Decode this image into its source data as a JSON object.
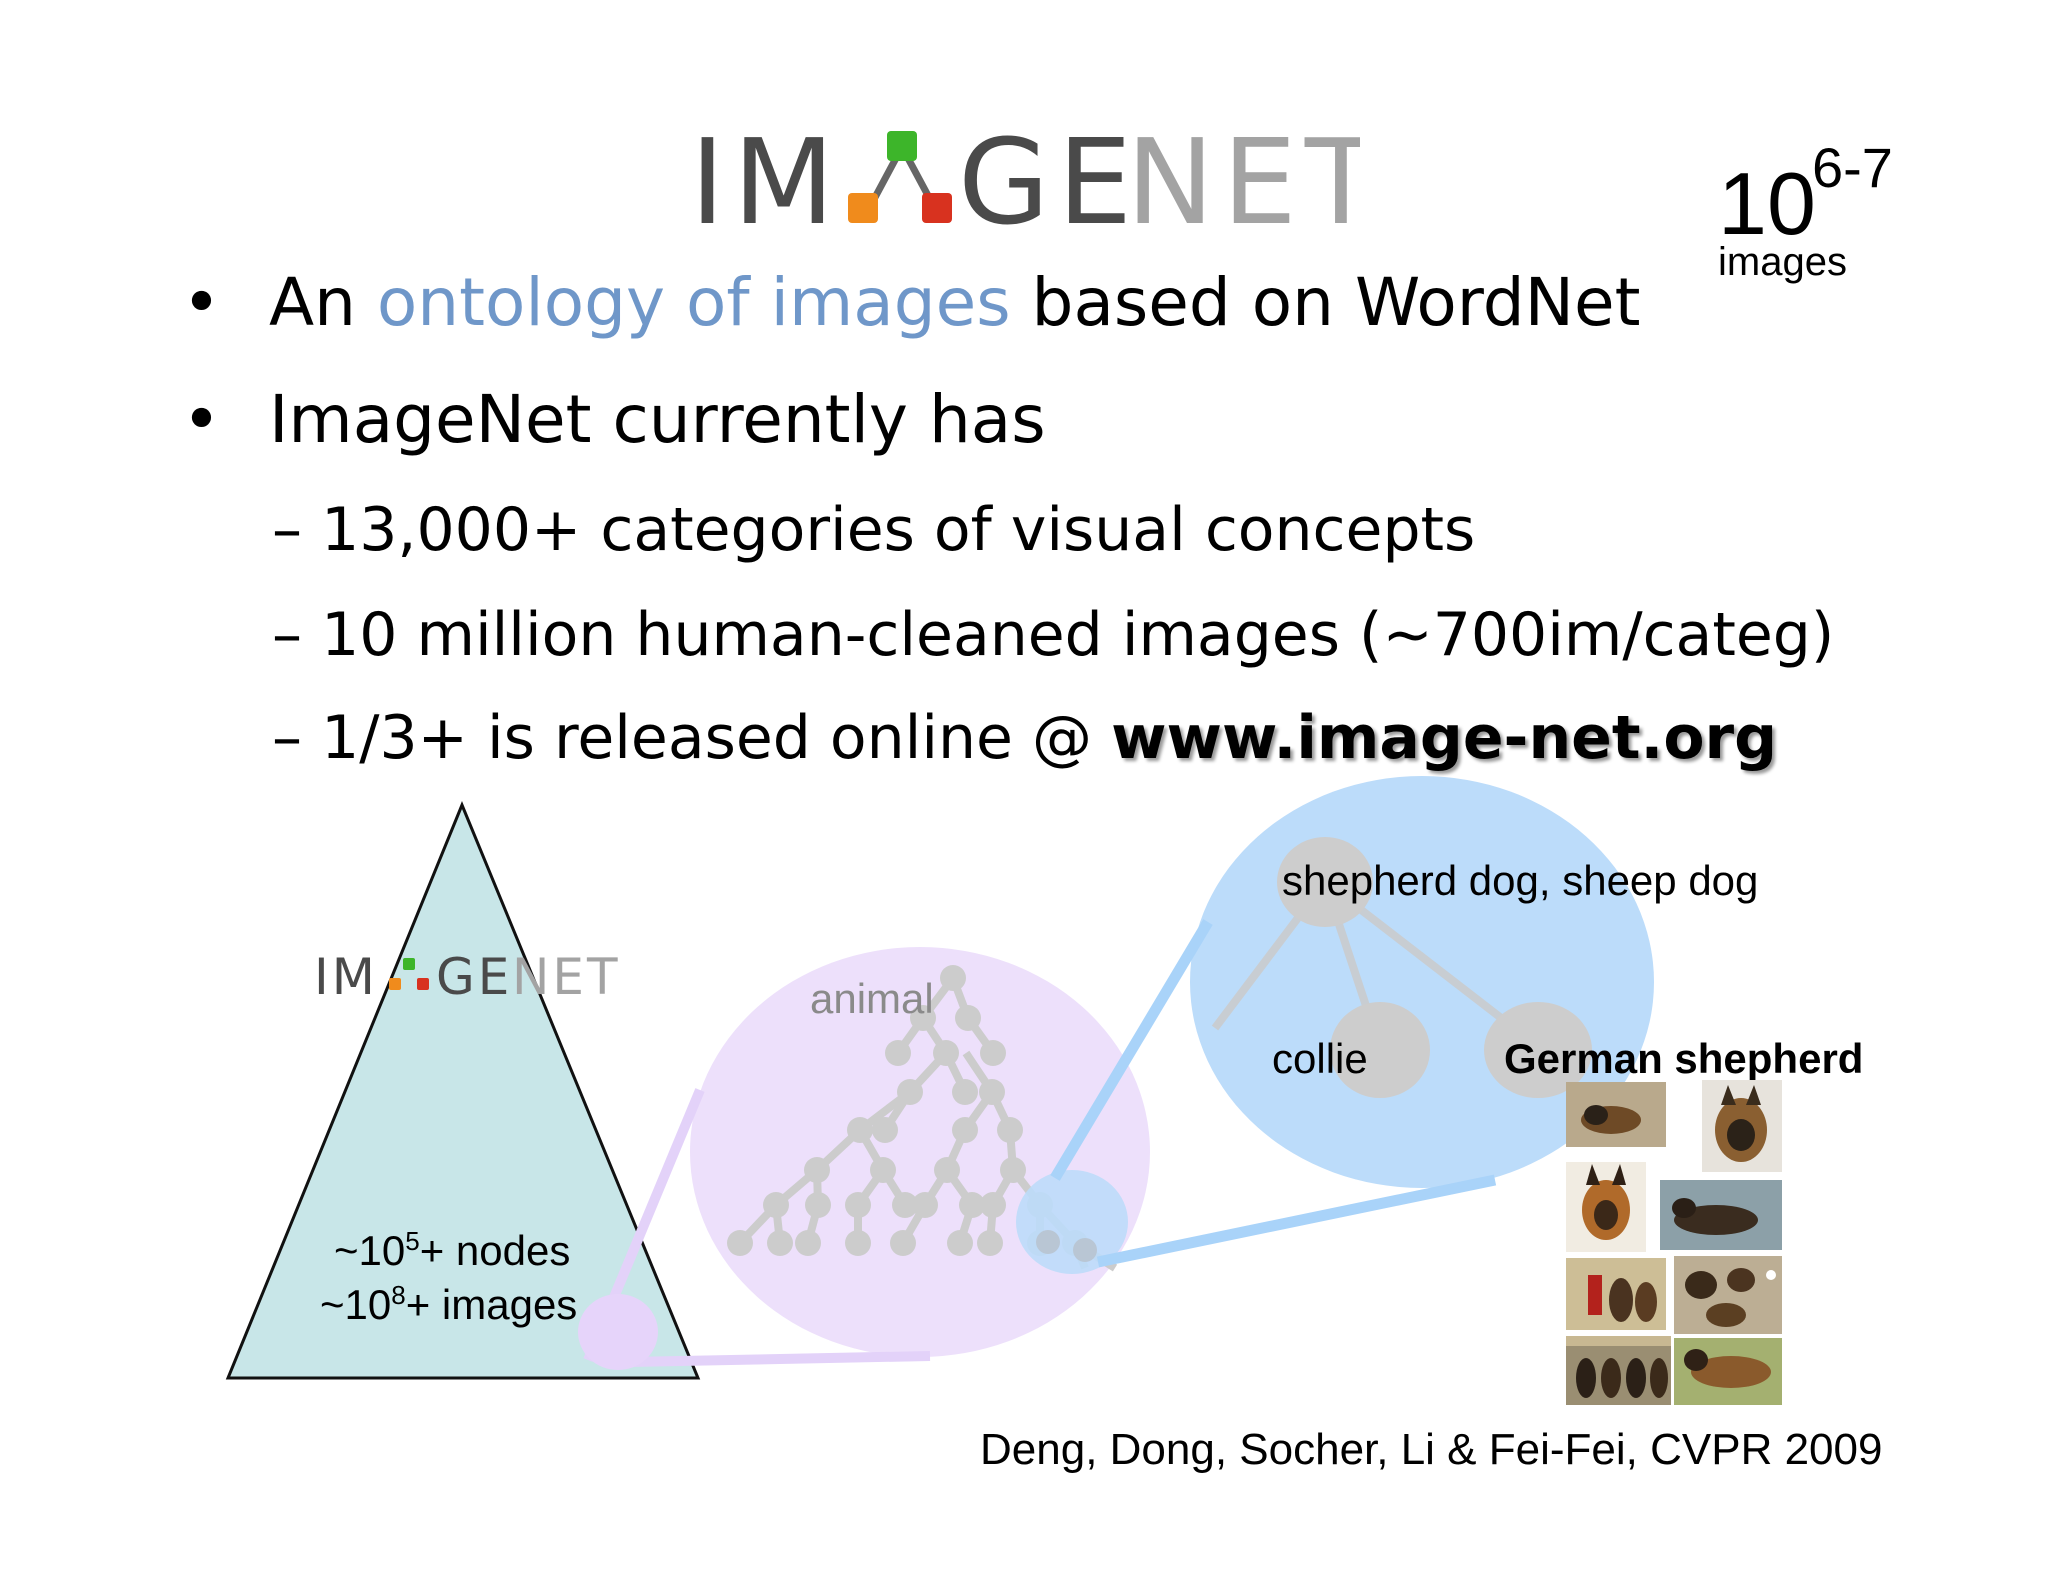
{
  "logo": {
    "text_im": "IM",
    "text_ge": "GE",
    "text_net": "NET"
  },
  "bullets": [
    {
      "pre": "An ",
      "highlight": "ontology of images",
      "post": " based on WordNet"
    },
    {
      "text": "ImageNet currently has"
    }
  ],
  "subbullets": [
    {
      "text": "– 13,000+ categories of visual concepts"
    },
    {
      "text": "– 10 million human-cleaned images (~700im/categ)"
    },
    {
      "pre": "– 1/3+ is released online @ ",
      "url": "www.image-net.org"
    }
  ],
  "count": {
    "base": "10",
    "exponent": "6-7",
    "label": "images"
  },
  "pyramid": {
    "nodes_pre": "~10",
    "nodes_exp": "5",
    "nodes_post": "+ nodes",
    "images_pre": "~10",
    "images_exp": "8",
    "images_post": "+ images"
  },
  "tree": {
    "root_label": "animal"
  },
  "detail": {
    "parent_label": "shepherd dog, sheep dog",
    "child1_label": "collie",
    "child2_label": "German shepherd"
  },
  "citation": "Deng, Dong, Socher, Li & Fei-Fei, CVPR 2009",
  "colors": {
    "logo_dark": "#4a4a4a",
    "logo_light": "#a3a3a3",
    "logo_green": "#3db52a",
    "logo_orange": "#f08b1c",
    "logo_red": "#d8321f",
    "highlight_blue": "#6f97c9",
    "pyramid_fill": "#c8e6e8",
    "tree_circle": "#ede0fb",
    "detail_circle": "#bcdcfa",
    "node_gray": "#cccccc"
  }
}
